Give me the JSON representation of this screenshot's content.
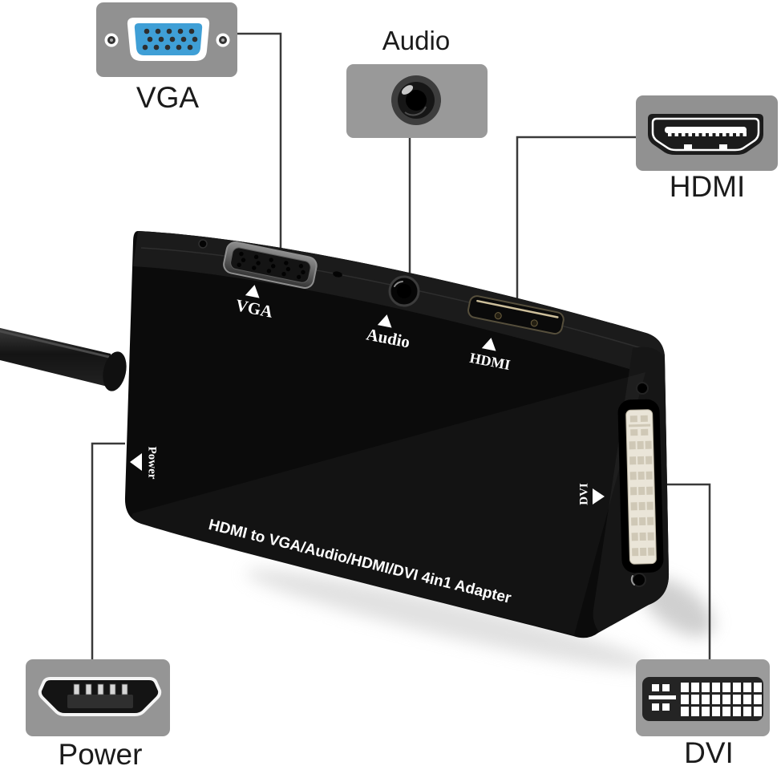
{
  "product": {
    "face_text": "HDMI to VGA/Audio/HDMI/DVI 4in1 Adapter"
  },
  "callouts": {
    "vga": {
      "title": "VGA",
      "icon": "vga-connector-icon"
    },
    "audio": {
      "title": "Audio",
      "icon": "audio-jack-icon"
    },
    "hdmi": {
      "title": "HDMI",
      "icon": "hdmi-connector-icon"
    },
    "power": {
      "title": "Power",
      "icon": "micro-usb-connector-icon"
    },
    "dvi": {
      "title": "DVI",
      "icon": "dvi-connector-icon"
    }
  },
  "device": {
    "labels": {
      "vga": "VGA",
      "audio": "Audio",
      "hdmi": "HDMI",
      "power": "Power",
      "dvi": "DVI"
    }
  },
  "colors": {
    "background": "#ffffff",
    "callout_box_gray": "#919191",
    "vga_blue": "#3f9fd6",
    "device_body_black": "#0b0b0b",
    "callout_line": "#3a3a3a",
    "title_text": "#1b1b1b",
    "device_text": "#ffffff",
    "dvi_connector_cream": "#eae5d8"
  }
}
